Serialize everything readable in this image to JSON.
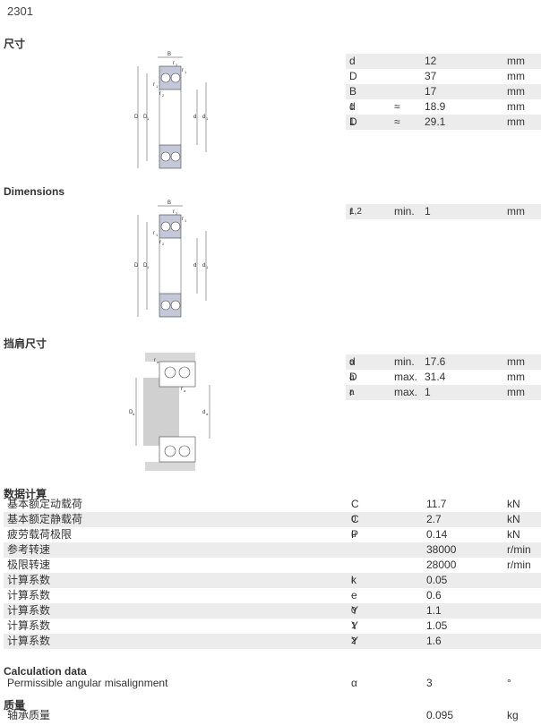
{
  "title": "2301",
  "sections": {
    "dimensions_cn": "尺寸",
    "dimensions_en": "Dimensions",
    "abutment_cn": "挡肩尺寸",
    "calc_cn": "数据计算",
    "calc_en": "Calculation data",
    "mass_cn": "质量"
  },
  "dim_table": [
    {
      "sym": "d",
      "sub": "",
      "q": "",
      "v": "12",
      "u": "mm"
    },
    {
      "sym": "D",
      "sub": "",
      "q": "",
      "v": "37",
      "u": "mm"
    },
    {
      "sym": "B",
      "sub": "",
      "q": "",
      "v": "17",
      "u": "mm"
    },
    {
      "sym": "d",
      "sub": "1",
      "q": "≈",
      "v": "18.9",
      "u": "mm"
    },
    {
      "sym": "D",
      "sub": "1",
      "q": "≈",
      "v": "29.1",
      "u": "mm"
    }
  ],
  "r_table": [
    {
      "sym": "r",
      "sub": "1,2",
      "q": "min.",
      "v": "1",
      "u": "mm"
    }
  ],
  "abut_table": [
    {
      "sym": "d",
      "sub": "a",
      "q": "min.",
      "v": "17.6",
      "u": "mm"
    },
    {
      "sym": "D",
      "sub": "a",
      "q": "max.",
      "v": "31.4",
      "u": "mm"
    },
    {
      "sym": "r",
      "sub": "a",
      "q": "max.",
      "v": "1",
      "u": "mm"
    }
  ],
  "calc_table": [
    {
      "label": "基本额定动载荷",
      "sym": "C",
      "sub": "",
      "v": "11.7",
      "u": "kN"
    },
    {
      "label": "基本额定静载荷",
      "sym": "C",
      "sub": "0",
      "v": "2.7",
      "u": "kN"
    },
    {
      "label": "疲劳载荷极限",
      "sym": "P",
      "sub": "u",
      "v": "0.14",
      "u": "kN"
    },
    {
      "label": "参考转速",
      "sym": "",
      "sub": "",
      "v": "38000",
      "u": "r/min"
    },
    {
      "label": "极限转速",
      "sym": "",
      "sub": "",
      "v": "28000",
      "u": "r/min"
    },
    {
      "label": "计算系数",
      "sym": "k",
      "sub": "r",
      "v": "0.05",
      "u": ""
    },
    {
      "label": "计算系数",
      "sym": "e",
      "sub": "",
      "v": "0.6",
      "u": ""
    },
    {
      "label": "计算系数",
      "sym": "Y",
      "sub": "0",
      "v": "1.1",
      "u": ""
    },
    {
      "label": "计算系数",
      "sym": "Y",
      "sub": "1",
      "v": "1.05",
      "u": ""
    },
    {
      "label": "计算系数",
      "sym": "Y",
      "sub": "2",
      "v": "1.6",
      "u": ""
    }
  ],
  "misalign": {
    "label": "Permissible angular misalignment",
    "sym": "α",
    "v": "3",
    "u": "°"
  },
  "mass": {
    "label": "轴承质量",
    "v": "0.095",
    "u": "kg"
  },
  "drawing_labels": {
    "B": "B",
    "r1": "r",
    "r1sub": "1",
    "r2": "r",
    "r2sub": "2",
    "D": "D",
    "D1": "D",
    "D1sub": "1",
    "d": "d",
    "d1": "d",
    "d1sub": "1",
    "ra": "r",
    "rasub": "a",
    "Da": "D",
    "Dasub": "a",
    "da": "d",
    "dasub": "a"
  },
  "colors": {
    "shade": "#ececec",
    "ring": "#c4c8d8",
    "line": "#444444"
  }
}
